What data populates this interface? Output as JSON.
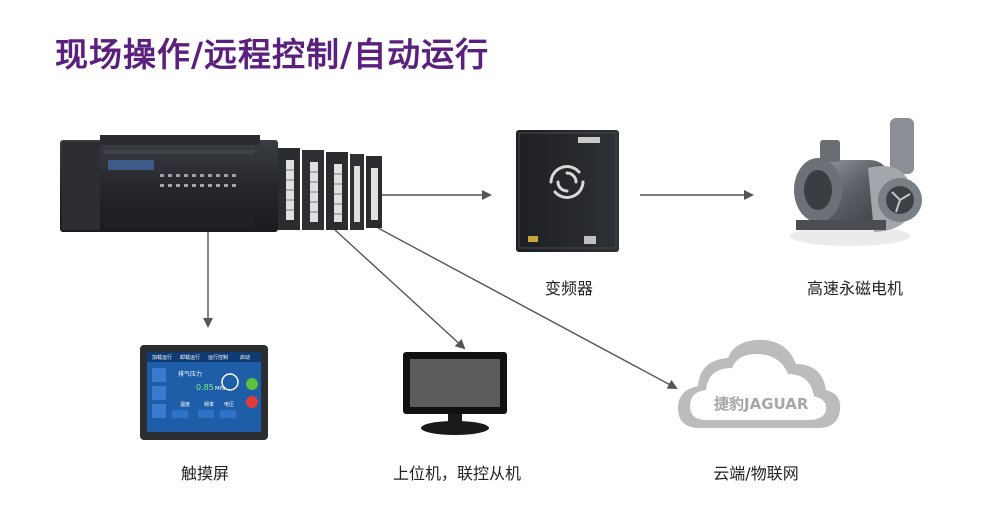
{
  "title": "现场操作/远程控制/自动运行",
  "nodes": {
    "inverter": {
      "label": "变频器"
    },
    "motor": {
      "label": "高速永磁电机"
    },
    "touchscreen": {
      "label": "触摸屏"
    },
    "host": {
      "label": "上位机，联控从机"
    },
    "cloud": {
      "label": "云端/物联网",
      "logo_text": "捷豹JAGUAR"
    }
  },
  "hmi_screen": {
    "tabs": [
      "加载运行",
      "卸载运行",
      "运行控制",
      "启动"
    ],
    "main_label": "排气压力",
    "main_value": "0.85",
    "main_unit": "MPa",
    "cells": [
      "温度",
      "频率",
      "电压"
    ]
  },
  "colors": {
    "title": "#5b1f7d",
    "arrow": "#555555",
    "cloud": "#bcbcbc"
  }
}
